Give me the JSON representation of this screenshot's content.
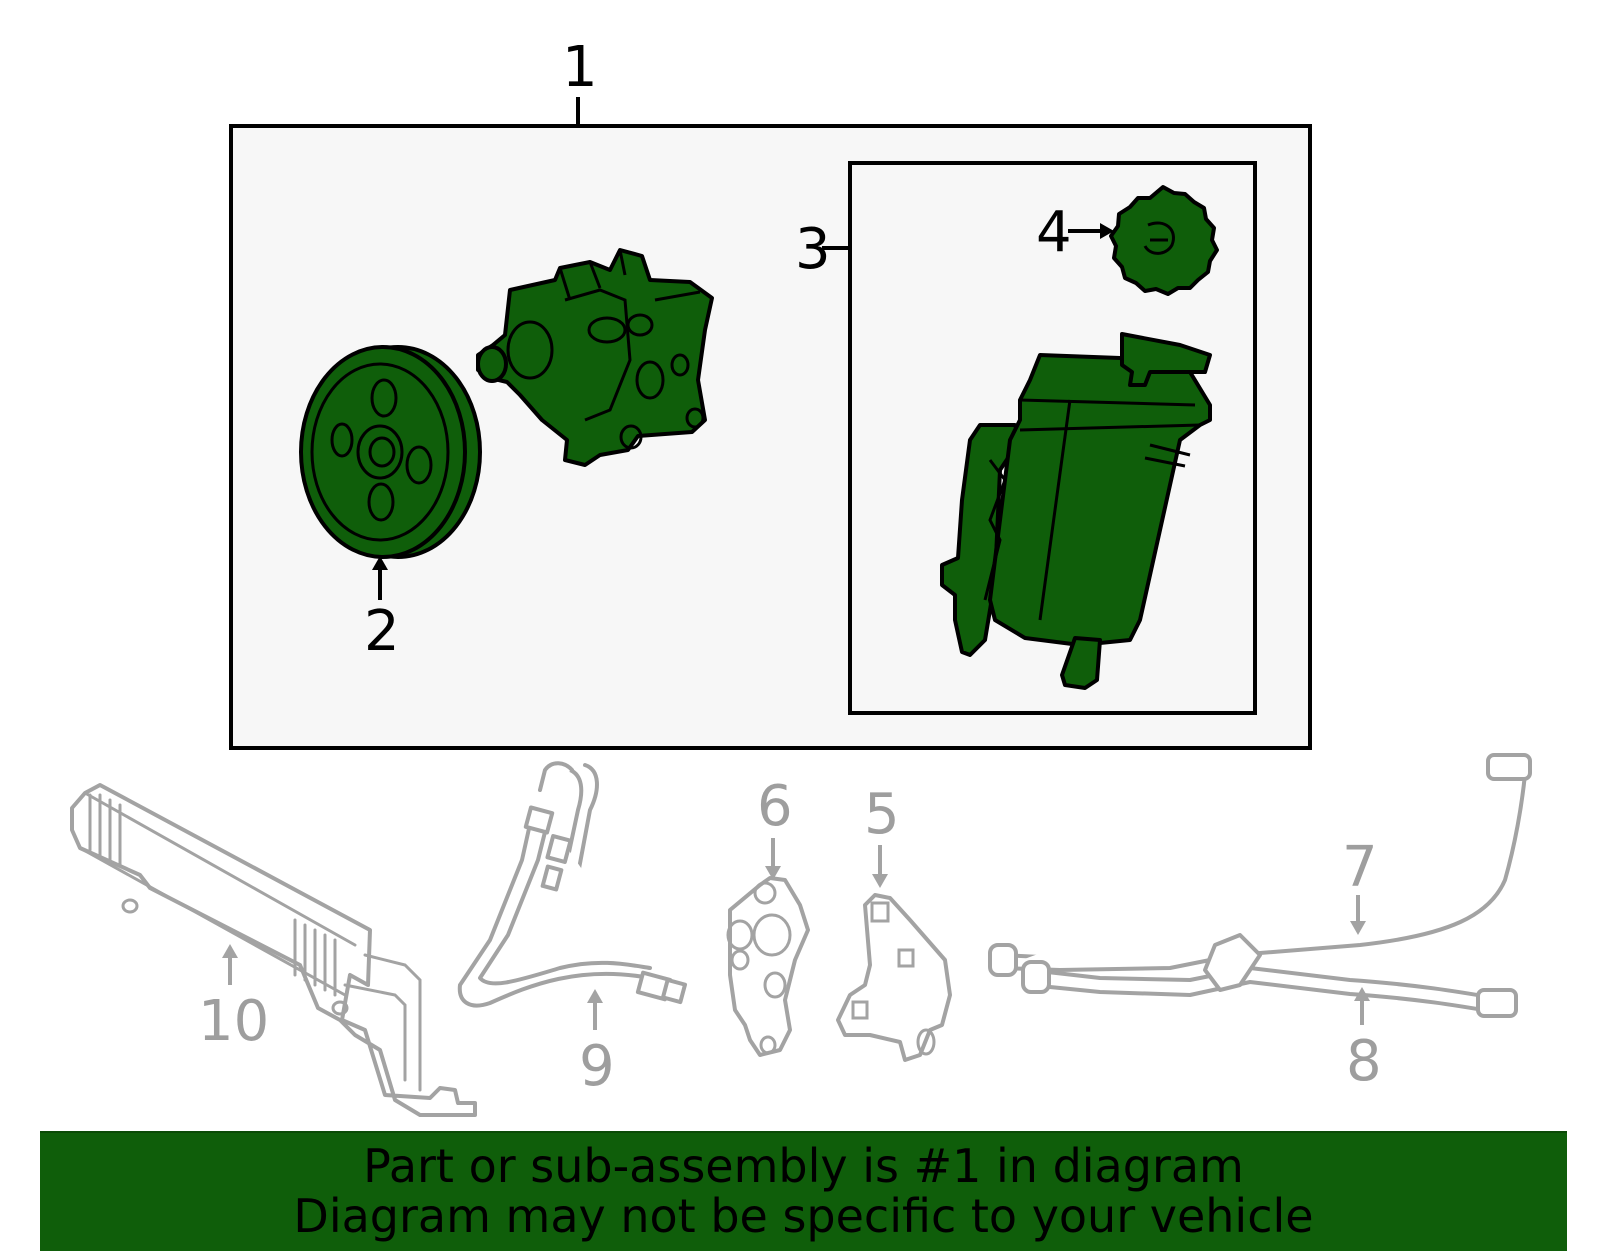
{
  "callouts": {
    "c1": "1",
    "c2": "2",
    "c3": "3",
    "c4": "4",
    "c5": "5",
    "c6": "6",
    "c7": "7",
    "c8": "8",
    "c9": "9",
    "c10": "10"
  },
  "banner": {
    "line1": "Part or sub-assembly is #1 in diagram",
    "line2": "Diagram may not be specific to your vehicle"
  },
  "colors": {
    "highlight": "#0f5e0a",
    "inactive": "#a3a3a3",
    "box_fill": "#f7f7f7"
  }
}
